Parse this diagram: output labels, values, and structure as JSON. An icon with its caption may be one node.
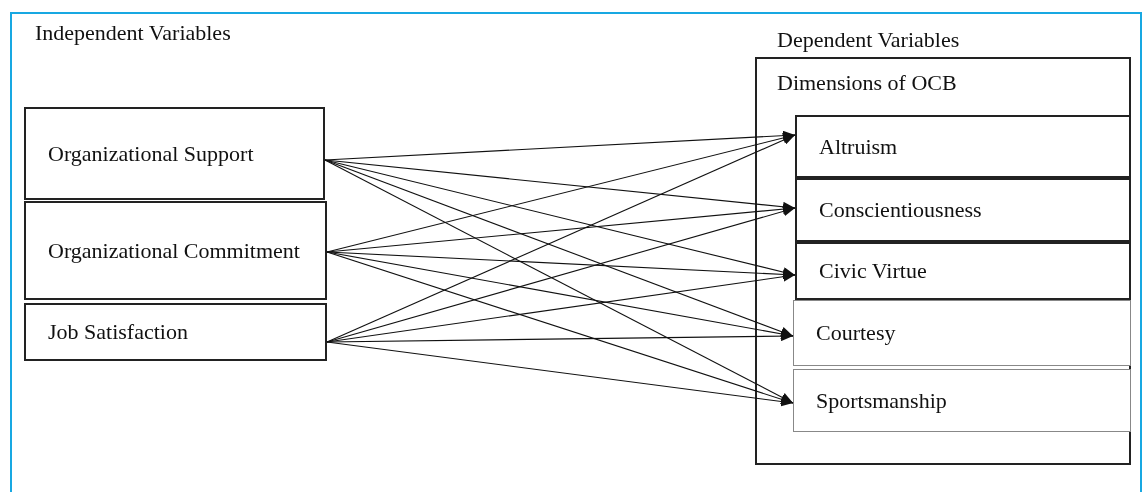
{
  "diagram": {
    "nodes": [
      {
        "text": [
          "Organizational Support"
        ]
      },
      {
        "text": [
          "Organizational Commitment"
        ]
      },
      {
        "text": [
          "Job Satisfaction"
        ]
      },
      {
        "text": [
          "Dependent Variables",
          "Dimensions of OCB"
        ]
      },
      {
        "text": [
          "Altruism"
        ],
        "in": 3
      },
      {
        "text": [
          "Conscientiousness"
        ],
        "in": 3
      },
      {
        "text": [
          "Civic Virtue"
        ],
        "in": 3
      },
      {
        "text": [
          "Courtesy"
        ],
        "in": 3
      },
      {
        "text": [
          "Sportsmanship"
        ],
        "in": 3
      }
    ],
    "edges": [
      {
        "from": 0,
        "to": 4,
        "arrow": "to"
      },
      {
        "from": 0,
        "to": 5,
        "arrow": "to"
      },
      {
        "from": 0,
        "to": 6,
        "arrow": "to"
      },
      {
        "from": 0,
        "to": 7,
        "arrow": "to"
      },
      {
        "from": 0,
        "to": 8,
        "arrow": "to"
      },
      {
        "from": 1,
        "to": 4,
        "arrow": "to"
      },
      {
        "from": 1,
        "to": 5,
        "arrow": "to"
      },
      {
        "from": 1,
        "to": 6,
        "arrow": "to"
      },
      {
        "from": 1,
        "to": 7,
        "arrow": "to"
      },
      {
        "from": 1,
        "to": 8,
        "arrow": "to"
      },
      {
        "from": 2,
        "to": 4,
        "arrow": "to"
      },
      {
        "from": 2,
        "to": 5,
        "arrow": "to"
      },
      {
        "from": 2,
        "to": 6,
        "arrow": "to"
      },
      {
        "from": 2,
        "to": 7,
        "arrow": "to"
      },
      {
        "from": 2,
        "to": 8,
        "arrow": "to"
      }
    ],
    "labels": [
      "Independent Variables"
    ]
  }
}
